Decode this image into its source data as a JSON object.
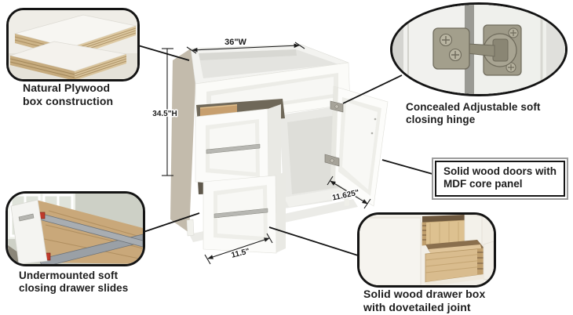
{
  "figure": {
    "background": "#ffffff",
    "subject": "bathroom vanity cabinet feature diagram"
  },
  "dimensions": {
    "width_label": "36\"W",
    "height_label": "34.5\"H",
    "door_width_label": "11.625\"",
    "drawer_width_label": "11.5\""
  },
  "callouts": {
    "plywood": {
      "line1": "Natural Plywood",
      "line2": "box construction",
      "image": "plywood-layers-photo"
    },
    "hinge": {
      "line1": "Concealed Adjustable soft",
      "line2": "closing hinge",
      "image": "concealed-hinge-photo"
    },
    "doors": {
      "line1": "Solid wood doors with",
      "line2": "MDF core panel"
    },
    "slides": {
      "line1": "Undermounted soft",
      "line2": "closing  drawer slides",
      "image": "drawer-slides-photo"
    },
    "drawerbox": {
      "line1": "Solid wood drawer box",
      "line2": "with dovetailed joint",
      "image": "dovetail-drawer-photo"
    }
  },
  "colors": {
    "outline": "#141414",
    "text": "#1d1d1d",
    "cabinet_white": "#fbfbf9",
    "wood": "#c9a87a",
    "metal": "#a6a399",
    "accent_red": "#c0392b"
  }
}
